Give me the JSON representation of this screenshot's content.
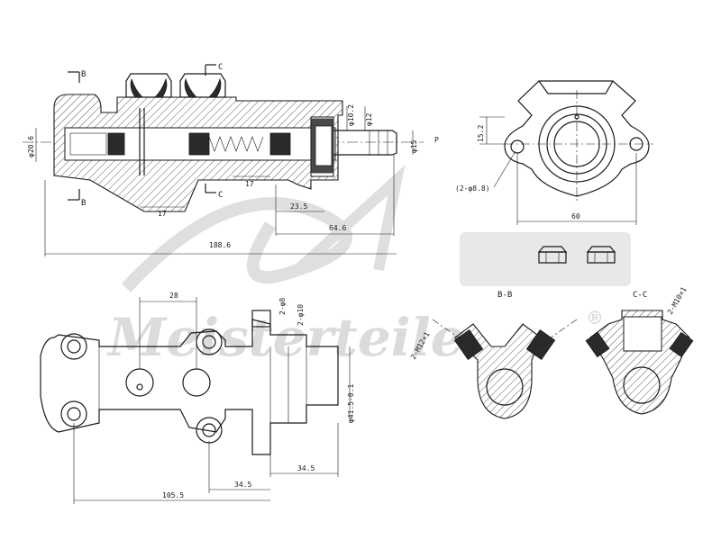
{
  "watermark": {
    "text": "Meisterteile",
    "monogram": "AZ",
    "registered": "®"
  },
  "side_view": {
    "section_b_top": "B",
    "section_b_bottom": "B",
    "section_c_top": "C",
    "section_c_bottom": "C",
    "dim_bore_left": "φ20.6",
    "dim_port_1": "φ10.2",
    "dim_port_2": "φ12",
    "dim_outlet": "φ15",
    "dim_p": "P",
    "dim_17_a": "17",
    "dim_17_b": "17",
    "dim_23_5": "23.5",
    "dim_64_6": "64.6",
    "dim_188_6": "188.6"
  },
  "end_view": {
    "dim_15_2": "15.2",
    "dim_holes": "(2-φ8.8)",
    "dim_60": "60"
  },
  "plan_view": {
    "dim_28": "28",
    "dim_2_phi_8": "2-φ8",
    "dim_2_phi_10": "2-φ10",
    "dim_dia_41": "φ41.5-0.1",
    "dim_34_5_a": "34.5",
    "dim_34_5_b": "34.5",
    "dim_105_5": "105.5"
  },
  "section_bb": {
    "title": "B-B",
    "thread": "2-M12×1"
  },
  "section_cc": {
    "title": "C-C",
    "thread": "2-M10×1"
  }
}
